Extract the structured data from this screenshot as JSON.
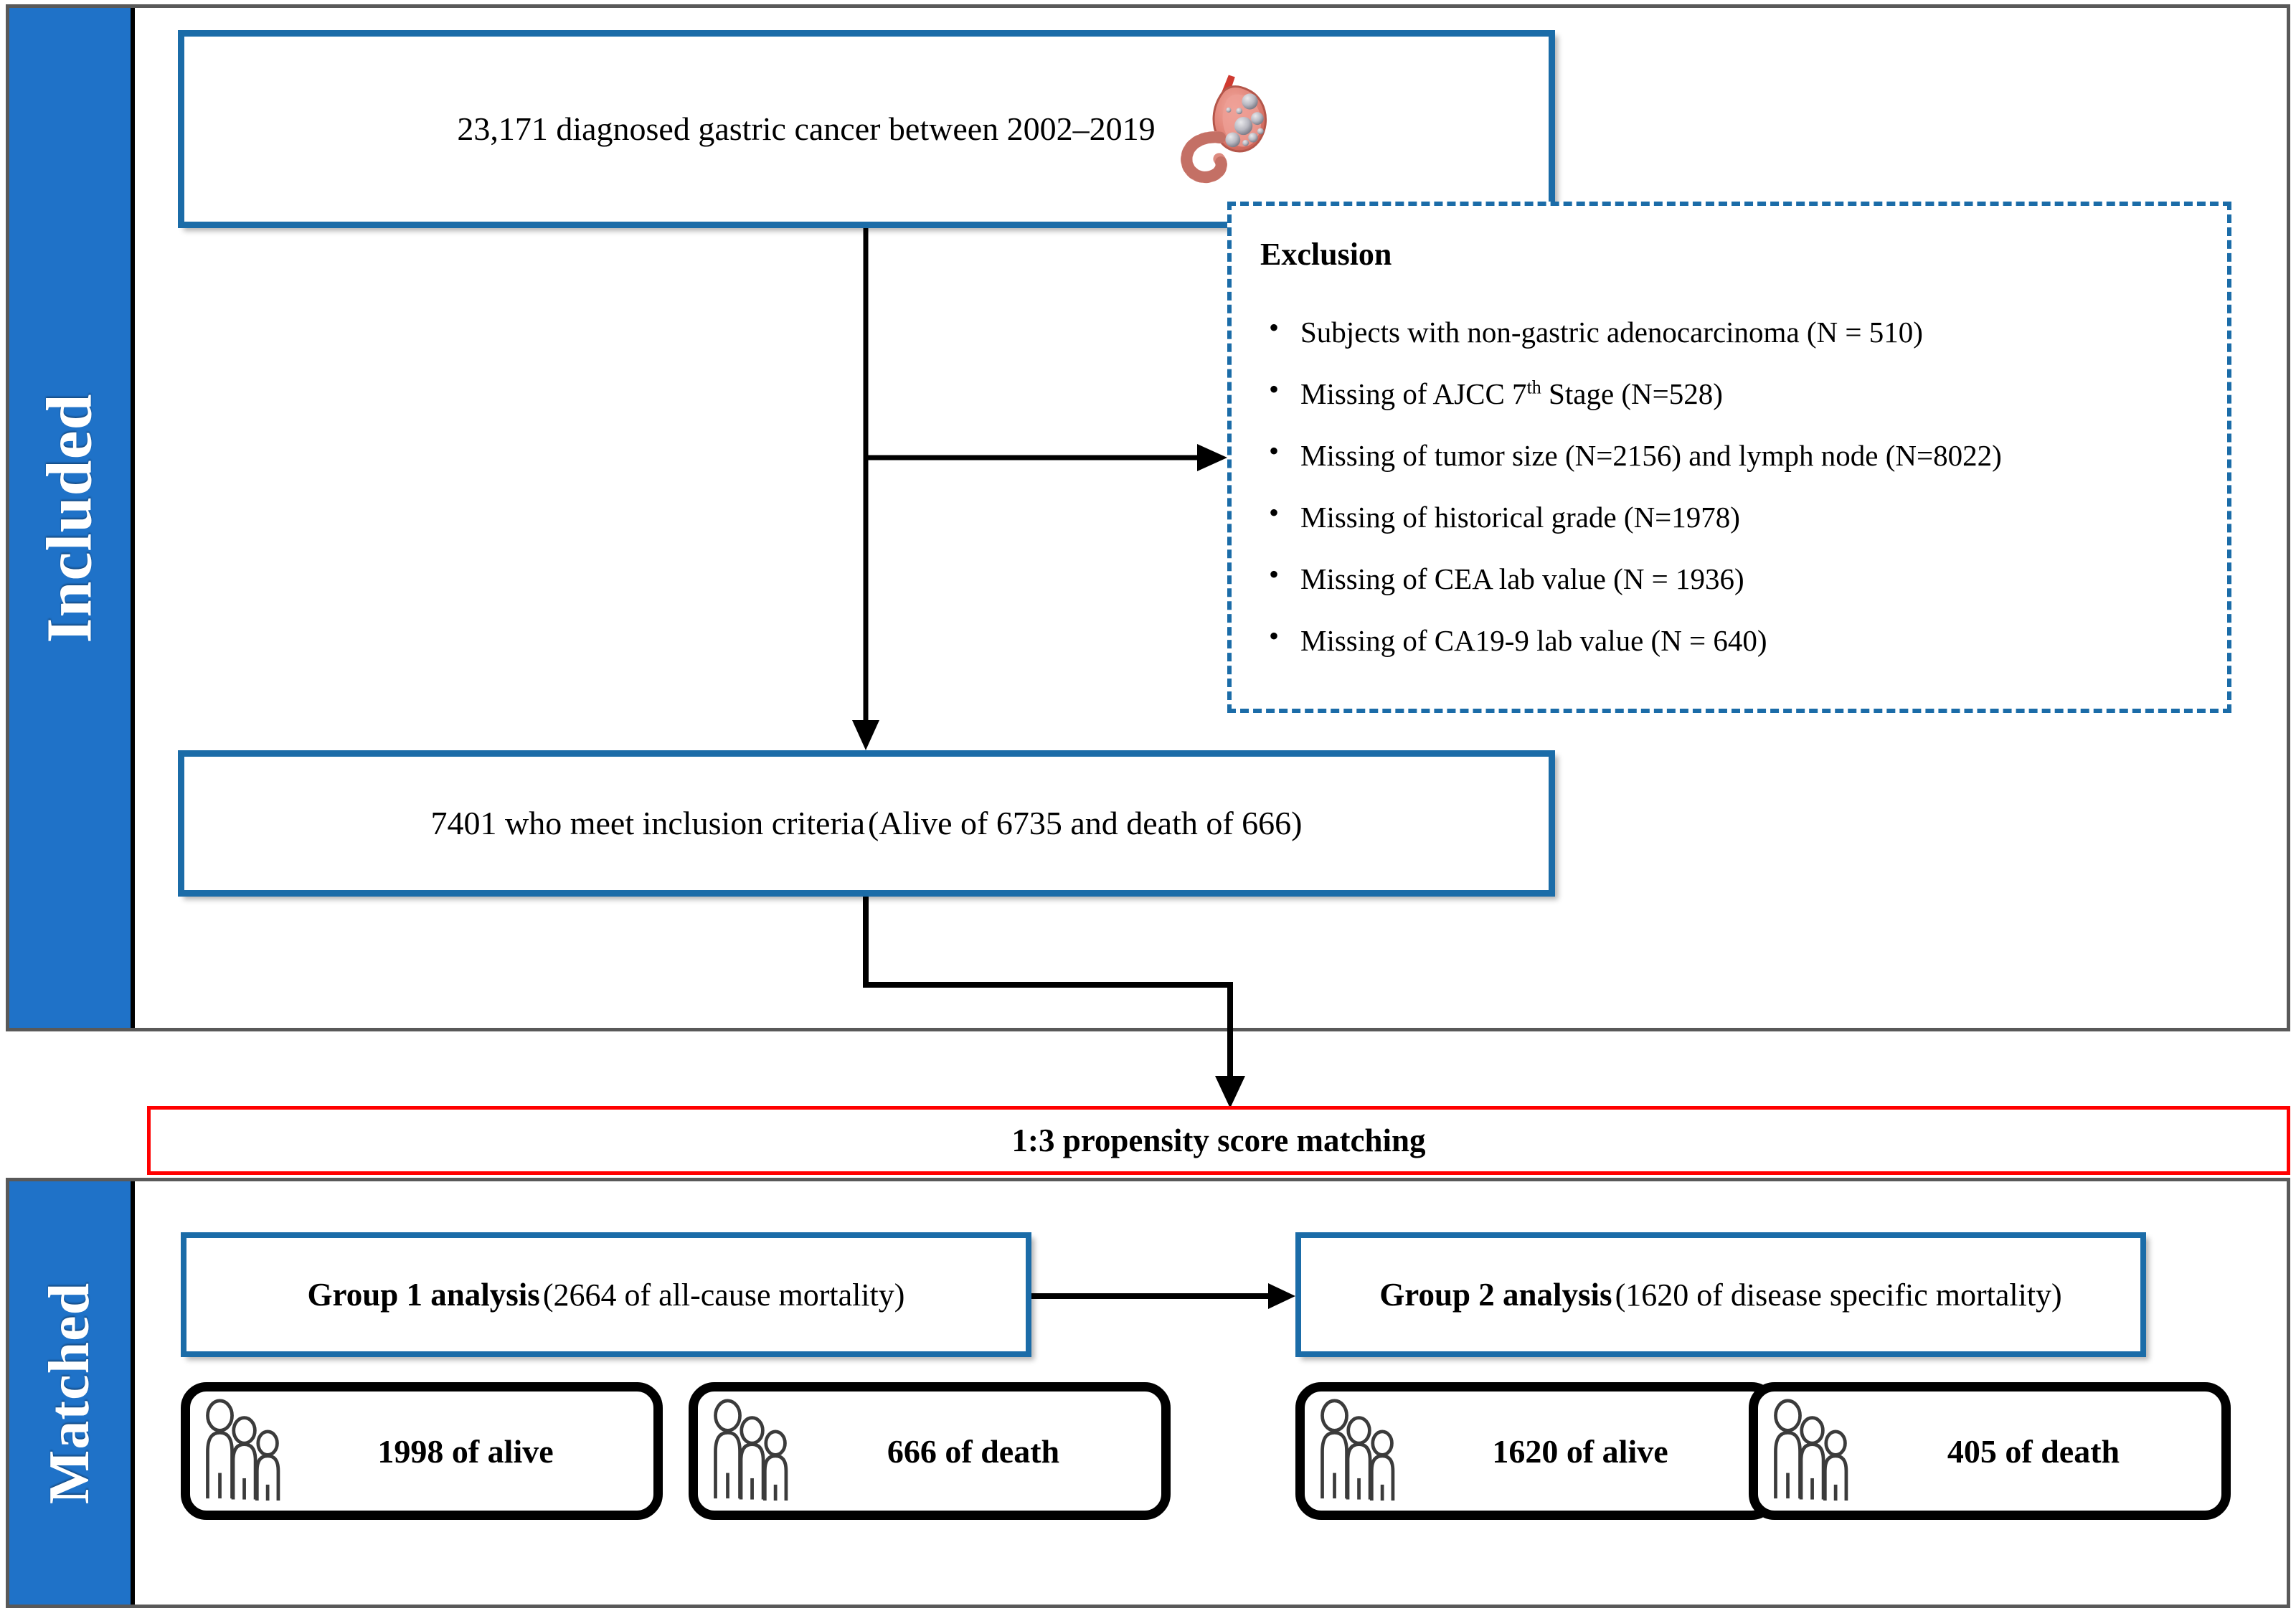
{
  "sections": {
    "included_label": "Included",
    "matched_label": "Matched"
  },
  "colors": {
    "blue_tab": "#1f72c8",
    "blue_box_border": "#1b6ca8",
    "red_border": "#ff0000",
    "frame_gray": "#595959",
    "black": "#000000"
  },
  "top_box": {
    "text": "23,171  diagnosed gastric cancer between 2002–2019",
    "icon": "stomach-cancer-icon"
  },
  "exclusion": {
    "title": "Exclusion",
    "items": [
      {
        "pre": "Subjects with non-gastric adenocarcinoma (N = 510)",
        "sup": "",
        "post": ""
      },
      {
        "pre": "Missing of AJCC 7",
        "sup": "th",
        "post": " Stage (N=528)"
      },
      {
        "pre": "Missing of tumor size (N=2156) and lymph node (N=8022)",
        "sup": "",
        "post": ""
      },
      {
        "pre": "Missing of historical grade (N=1978)",
        "sup": "",
        "post": ""
      },
      {
        "pre": "Missing of CEA lab value (N = 1936)",
        "sup": "",
        "post": ""
      },
      {
        "pre": "Missing of CA19-9 lab value (N = 640)",
        "sup": "",
        "post": ""
      }
    ]
  },
  "inclusion_box": {
    "line1": "7401  who meet inclusion criteria",
    "line2": "(Alive of 6735  and death of 666)"
  },
  "propensity": {
    "label": "1:3 propensity score matching"
  },
  "groups": [
    {
      "title": "Group 1 analysis",
      "subtitle": "(2664  of all-cause mortality)",
      "outcomes": [
        {
          "label": "1998 of alive",
          "icon": "people-group-icon"
        },
        {
          "label": "666 of death",
          "icon": "people-group-icon"
        }
      ]
    },
    {
      "title": "Group 2 analysis",
      "subtitle": "(1620  of disease specific mortality)",
      "outcomes": [
        {
          "label": "1620 of alive",
          "icon": "people-group-icon"
        },
        {
          "label": "405 of death",
          "icon": "people-group-icon"
        }
      ]
    }
  ]
}
